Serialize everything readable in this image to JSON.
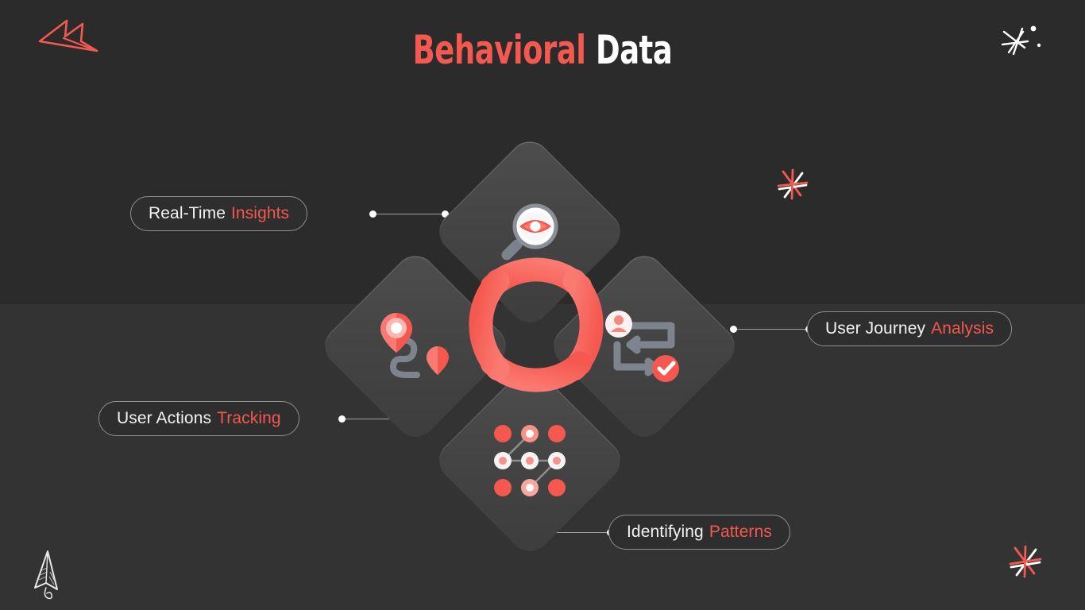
{
  "title": {
    "accent_text": "Behavioral",
    "plain_text": "Data"
  },
  "theme": {
    "background": "#2b2b2b",
    "background_band": "#333333",
    "accent": "#f4584f",
    "accent_light": "#ff7a70",
    "text": "#ffffff",
    "diamond_fill": "#474747",
    "icon_gray": "#8a9099"
  },
  "center": {
    "ring_color": "#f4584f",
    "segments": 4
  },
  "nodes": [
    {
      "id": "real-time-insights",
      "label_white": "Real-Time",
      "label_accent": "Insights",
      "icon": "magnifier-eye-icon",
      "position": "top",
      "connector_side": "right"
    },
    {
      "id": "user-journey-analysis",
      "label_white": "User Journey",
      "label_accent": "Analysis",
      "icon": "journey-flow-icon",
      "position": "right",
      "connector_side": "left"
    },
    {
      "id": "identifying-patterns",
      "label_white": "Identifying",
      "label_accent": "Patterns",
      "icon": "pattern-grid-icon",
      "position": "bottom",
      "connector_side": "left"
    },
    {
      "id": "user-actions-tracking",
      "label_white": "User Actions",
      "label_accent": "Tracking",
      "icon": "map-pins-path-icon",
      "position": "left",
      "connector_side": "right"
    }
  ],
  "decorations": [
    {
      "id": "paper-plane-outline-top-left",
      "glyph": "paper-plane-icon",
      "color": "#f4584f"
    },
    {
      "id": "sparkle-top-right",
      "glyph": "sparkle-icon",
      "color": "#ffffff"
    },
    {
      "id": "sparkle-middle-right",
      "glyph": "sparkle-icon",
      "color": "#f4584f"
    },
    {
      "id": "paper-plane-sketch-bottom-left",
      "glyph": "paper-plane-icon",
      "color": "#ffffff"
    },
    {
      "id": "sparkle-bottom-right",
      "glyph": "sparkle-icon",
      "color": "#f4584f"
    }
  ]
}
